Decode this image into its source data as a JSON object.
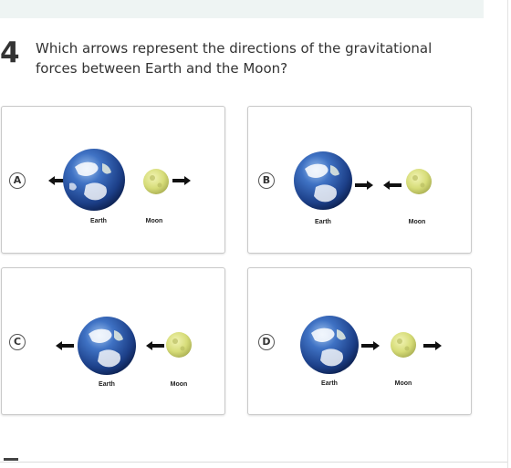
{
  "question": {
    "number": "4",
    "text": "Which arrows represent the directions of the gravitational forces between Earth and the Moon?"
  },
  "options": [
    {
      "letter": "A",
      "earth_label": "Earth",
      "moon_label": "Moon"
    },
    {
      "letter": "B",
      "earth_label": "Earth",
      "moon_label": "Moon"
    },
    {
      "letter": "C",
      "earth_label": "Earth",
      "moon_label": "Moon"
    },
    {
      "letter": "D",
      "earth_label": "Earth",
      "moon_label": "Moon"
    }
  ],
  "icons": {
    "earth": "earth-globe-icon",
    "moon": "moon-icon",
    "arrow_left": "arrow-left-icon",
    "arrow_right": "arrow-right-icon"
  },
  "colors": {
    "earth_blue": "#2c5aa8",
    "moon_yellow": "#d6dc78",
    "arrow": "#111111",
    "card_border": "#c9c9c9"
  }
}
